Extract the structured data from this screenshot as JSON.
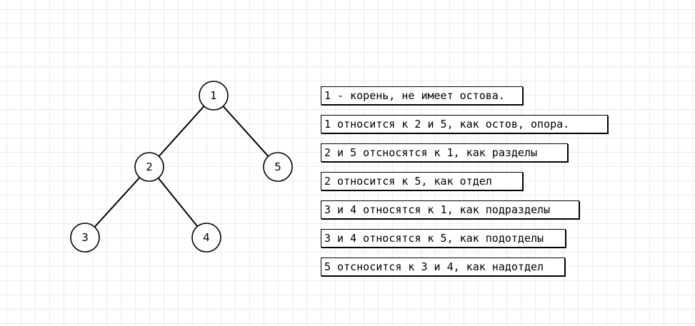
{
  "tree": {
    "nodes": [
      {
        "id": "1",
        "label": "1"
      },
      {
        "id": "2",
        "label": "2"
      },
      {
        "id": "5",
        "label": "5"
      },
      {
        "id": "3",
        "label": "3"
      },
      {
        "id": "4",
        "label": "4"
      }
    ],
    "edges": [
      {
        "from": "1",
        "to": "2"
      },
      {
        "from": "1",
        "to": "5"
      },
      {
        "from": "2",
        "to": "3"
      },
      {
        "from": "2",
        "to": "4"
      }
    ]
  },
  "notes": [
    "1 - корень, не имеет остова.",
    " 1 относится к 2 и 5, как остов, опора.",
    " 2 и 5 отсносятся к 1, как разделы",
    " 2 относится к 5, как отдел",
    " 3 и 4 относятся к 1, как подразделы",
    "3 и 4 относятся к 5, как подотделы",
    "5 отсносится к 3 и 4, как надотдел"
  ]
}
